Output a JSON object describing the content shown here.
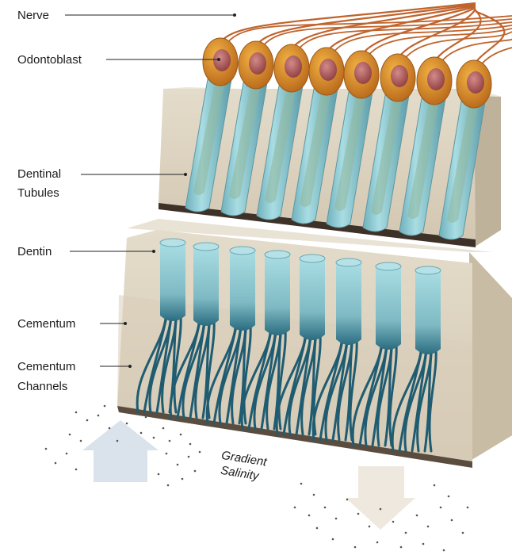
{
  "labels": {
    "nerve": "Nerve",
    "odontoblast": "Odontoblast",
    "dentinal_tubules": [
      "Dentinal",
      "Tubules"
    ],
    "dentin": "Dentin",
    "cementum": "Cementum",
    "cementum_channels": [
      "Cementum",
      "Channels"
    ]
  },
  "gradient": [
    "Gradient",
    "Salinity"
  ],
  "colors": {
    "nerve": "#c0632c",
    "odontoblast": "#e09427",
    "nucleus": "#a85050",
    "tubule": "#8ec7cf",
    "tubule_dark": "#5fa0ad",
    "dentin_face": "#dcd2c0",
    "dentin_side": "#c7b9a2",
    "cementum_face": "#e6ddcd",
    "channel": "#1f5c72",
    "arrow_up": "#d4dfea",
    "arrow_down": "#ece5dc"
  }
}
